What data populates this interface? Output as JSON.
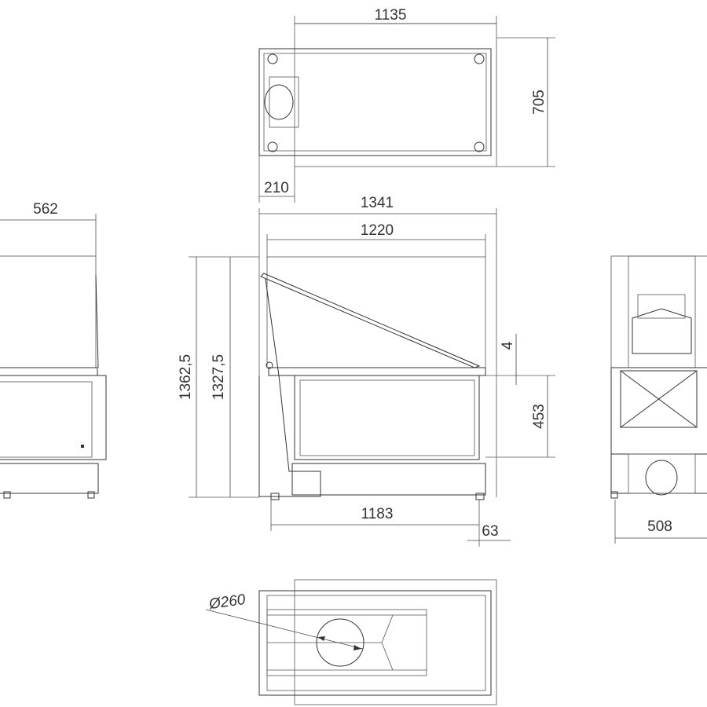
{
  "title": "Fireplace technical drawing",
  "dimensions": {
    "top_width": "1135",
    "top_depth": "705",
    "top_offset": "210",
    "overall_width": "1341",
    "glass_width": "1220",
    "overall_height": "1362,5",
    "body_height": "1327,5",
    "gap": "4",
    "glass_height": "453",
    "base_width": "1183",
    "leg_offset": "63",
    "side_depth": "562",
    "back_width": "508",
    "flue_diameter": "Ø260"
  },
  "colors": {
    "line": "#333333",
    "background": "#ffffff"
  }
}
